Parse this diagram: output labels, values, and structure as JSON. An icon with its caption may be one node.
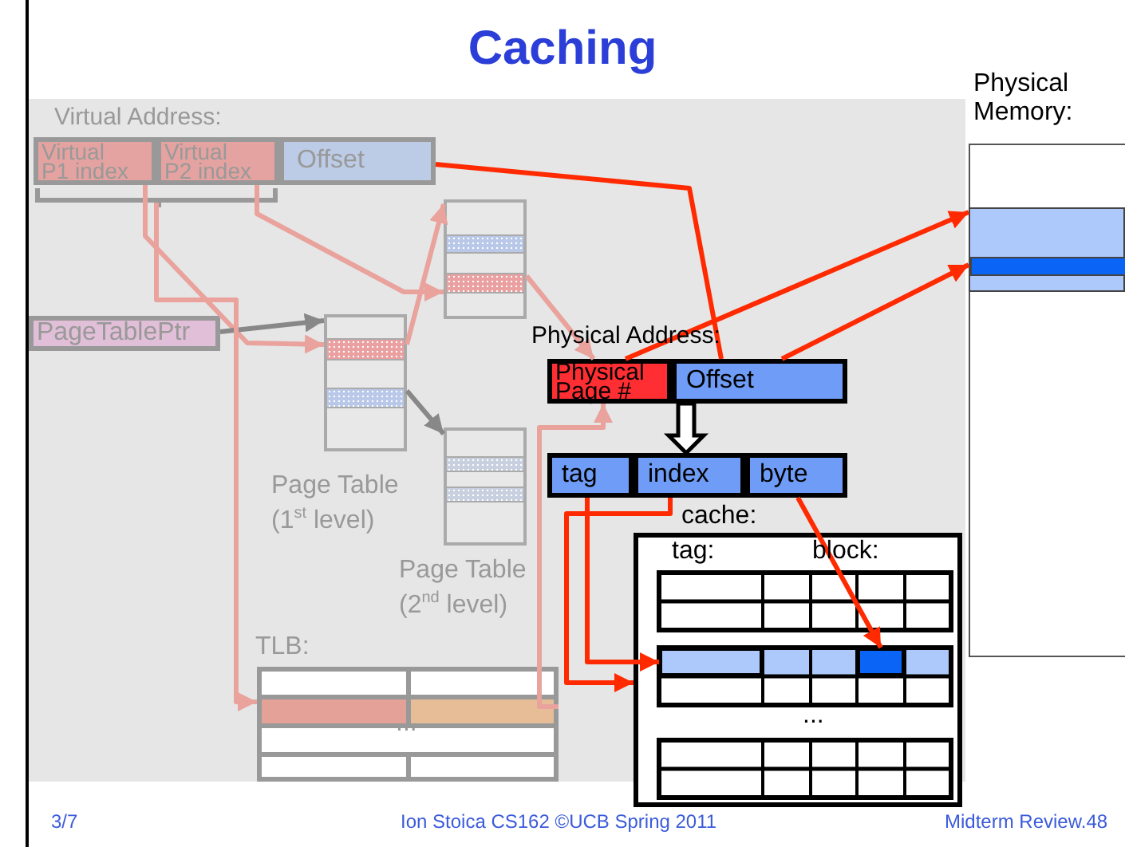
{
  "diagram": {
    "title": "Caching",
    "nodes": [
      {
        "text": [
          "Virtual P1 index"
        ]
      },
      {
        "text": [
          "Virtual P2 index"
        ]
      },
      {
        "text": [
          "Offset"
        ]
      },
      {
        "text": [
          "PageTablePtr"
        ]
      },
      {
        "text": [],
        "shape": "box",
        "beside": [
          "Page Table (1$^{st}$ level)"
        ]
      },
      {
        "text": [],
        "shape": "box"
      },
      {
        "text": [],
        "shape": "box",
        "beside": [
          "Page Table (2$^{nd}$ level)"
        ]
      },
      {
        "text": [
          "Physical Page #"
        ]
      },
      {
        "text": [
          "Offset"
        ]
      },
      {
        "text": [
          "tag"
        ]
      },
      {
        "text": [
          "index"
        ]
      },
      {
        "text": [
          "byte"
        ]
      },
      {
        "text": [
          "cache:",
          "tag:",
          "block:",
          "..."
        ]
      },
      {
        "text": [],
        "shape": "box",
        "in": 12
      },
      {
        "text": [],
        "shape": "box",
        "in": 12
      },
      {
        "text": [
          "TLB:",
          "..."
        ]
      },
      {
        "text": [
          "Physical Memory:"
        ]
      },
      {
        "text": [],
        "shape": "bar",
        "in": 16
      },
      {
        "text": [],
        "shape": "bar",
        "in": 17
      },
      {
        "text": [],
        "shape": "bracket"
      }
    ],
    "edges": [
      {
        "from": 0,
        "to": 4,
        "arrow": "to"
      },
      {
        "from": 1,
        "to": 5,
        "arrow": "to"
      },
      {
        "from": 3,
        "to": 4,
        "arrow": "to",
        "color": "#888888"
      },
      {
        "from": 4,
        "to": 5,
        "arrow": "to"
      },
      {
        "from": 4,
        "to": 6,
        "arrow": "to",
        "color": "#888888"
      },
      {
        "from": 5,
        "to": 7,
        "arrow": "to"
      },
      {
        "from": 19,
        "to": 15,
        "arrow": "to"
      },
      {
        "from": 15,
        "to": 7,
        "arrow": "to"
      },
      {
        "from": 2,
        "to": 8,
        "arrow": "none",
        "color": "#ff2a00"
      },
      {
        "from": 8,
        "to": 10,
        "arrow": "to",
        "style": "thick",
        "color": "#000000"
      },
      {
        "from": 7,
        "to": 17,
        "arrow": "to",
        "color": "#ff2a00"
      },
      {
        "from": 8,
        "to": 18,
        "arrow": "to",
        "color": "#ff2a00"
      },
      {
        "from": 9,
        "to": 13,
        "arrow": "to",
        "color": "#ff2a00"
      },
      {
        "from": 10,
        "to": 12,
        "arrow": "to",
        "color": "#ff2a00"
      },
      {
        "from": 11,
        "to": 14,
        "arrow": "to",
        "color": "#ff2a00"
      }
    ],
    "labels": [
      "Virtual Address:",
      "Physical Address:",
      "3/7",
      "Ion Stoica CS162 ©UCB Spring 2011",
      "Midterm Review.48"
    ]
  }
}
